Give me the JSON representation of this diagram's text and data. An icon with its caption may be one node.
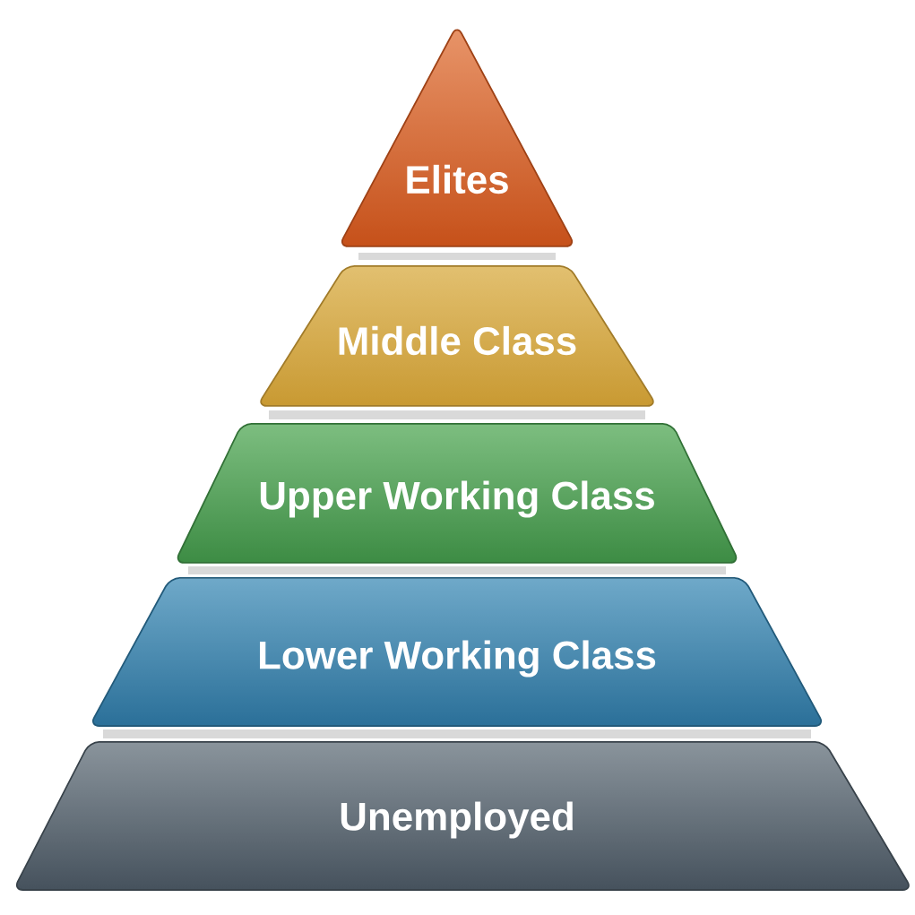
{
  "diagram": {
    "nodes": [
      {
        "text": [
          "Elites"
        ]
      },
      {
        "text": [
          "Middle Class"
        ]
      },
      {
        "text": [
          "Upper Working Class"
        ]
      },
      {
        "text": [
          "Lower Working Class"
        ]
      },
      {
        "text": [
          "Unemployed"
        ]
      }
    ]
  }
}
